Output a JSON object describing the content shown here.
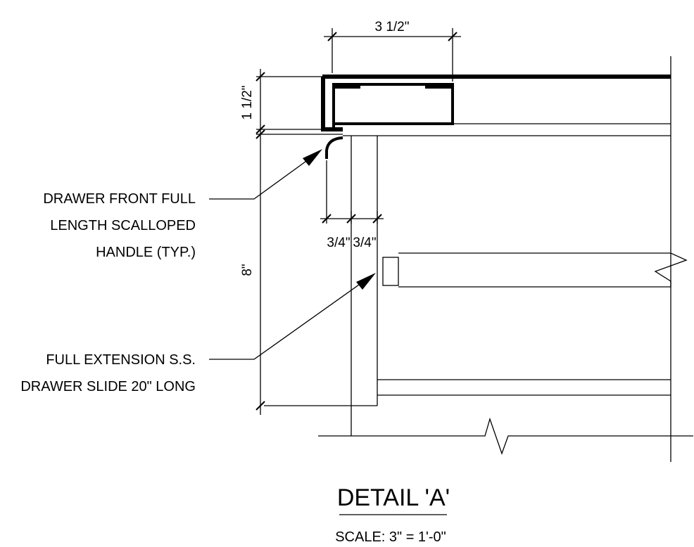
{
  "dimensions": {
    "top_width": "3 1/2\"",
    "top_height": "1 1/2\"",
    "left_gap": "3/4\"",
    "right_gap": "3/4\"",
    "overall_height": "8\""
  },
  "notes": {
    "handle": [
      "DRAWER FRONT FULL",
      "LENGTH SCALLOPED",
      "HANDLE (TYP.)"
    ],
    "slide": [
      "FULL EXTENSION S.S.",
      "DRAWER SLIDE 20\" LONG"
    ]
  },
  "title": "DETAIL 'A'",
  "scale": "SCALE: 3\" = 1'-0\""
}
